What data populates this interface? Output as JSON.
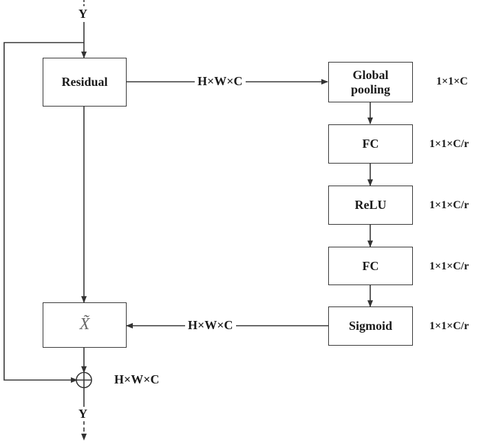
{
  "input_label": "Y",
  "output_label": "Y",
  "blocks": {
    "residual": "Residual",
    "global_pooling": "Global pooling",
    "fc1": "FC",
    "relu": "ReLU",
    "fc2": "FC",
    "sigmoid": "Sigmoid",
    "scaled": "X̃"
  },
  "edge_labels": {
    "residual_to_pooling": "H×W×C",
    "sigmoid_to_scaled": "H×W×C",
    "sum_output": "H×W×C"
  },
  "dimensions": {
    "global_pooling": "1×1×C",
    "fc1": "1×1×C/r",
    "relu": "1×1×C/r",
    "fc2": "1×1×C/r",
    "sigmoid": "1×1×C/r"
  },
  "colors": {
    "stroke": "#333333",
    "text": "#1a1a1a"
  }
}
